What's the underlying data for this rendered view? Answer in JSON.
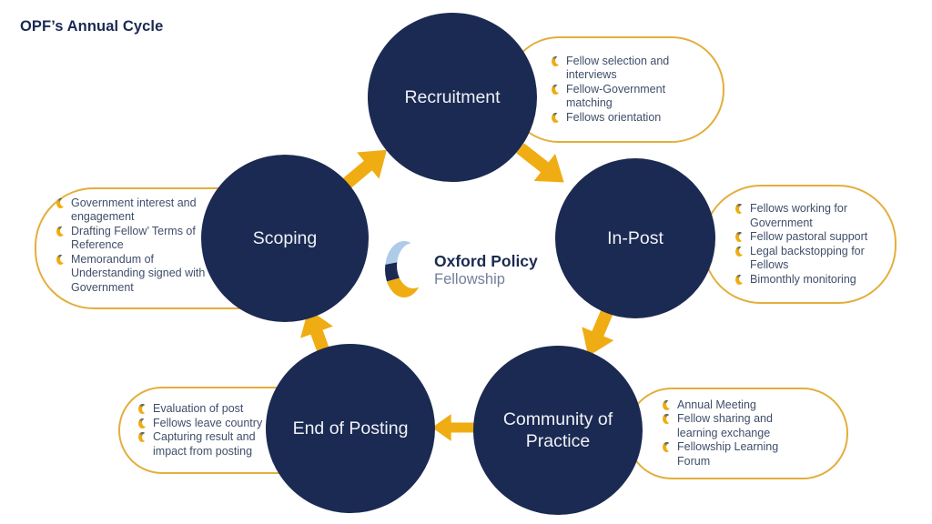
{
  "title": "OPF’s Annual Cycle",
  "logo": {
    "name": "Oxford Policy Fellowship",
    "line1": "Oxford Policy",
    "line2": "Fellowship"
  },
  "colors": {
    "navy": "#1B2A52",
    "gold": "#EFAD13",
    "border-gold": "#E3AE3C",
    "light-blue": "#AECBE8",
    "body-text": "#3F4E69",
    "fellowship-gray": "#72819B"
  },
  "stages": [
    {
      "id": "recruitment",
      "label": "Recruitment",
      "items": [
        "Fellow selection and interviews",
        "Fellow-Government matching",
        "Fellows orientation"
      ]
    },
    {
      "id": "in-post",
      "label": "In-Post",
      "items": [
        "Fellows working for Government",
        "Fellow pastoral support",
        "Legal backstopping for Fellows",
        "Bimonthly monitoring"
      ]
    },
    {
      "id": "community-of-practice",
      "label": "Community of Practice",
      "items": [
        "Annual Meeting",
        "Fellow sharing and learning exchange",
        "Fellowship Learning Forum"
      ]
    },
    {
      "id": "end-of-posting",
      "label": "End of Posting",
      "items": [
        "Evaluation of post",
        "Fellows leave country",
        "Capturing result and impact from posting"
      ]
    },
    {
      "id": "scoping",
      "label": "Scoping",
      "items": [
        "Government interest and engagement",
        "Drafting Fellow’ Terms of Reference",
        "Memorandum of Understanding signed with Government"
      ]
    }
  ]
}
